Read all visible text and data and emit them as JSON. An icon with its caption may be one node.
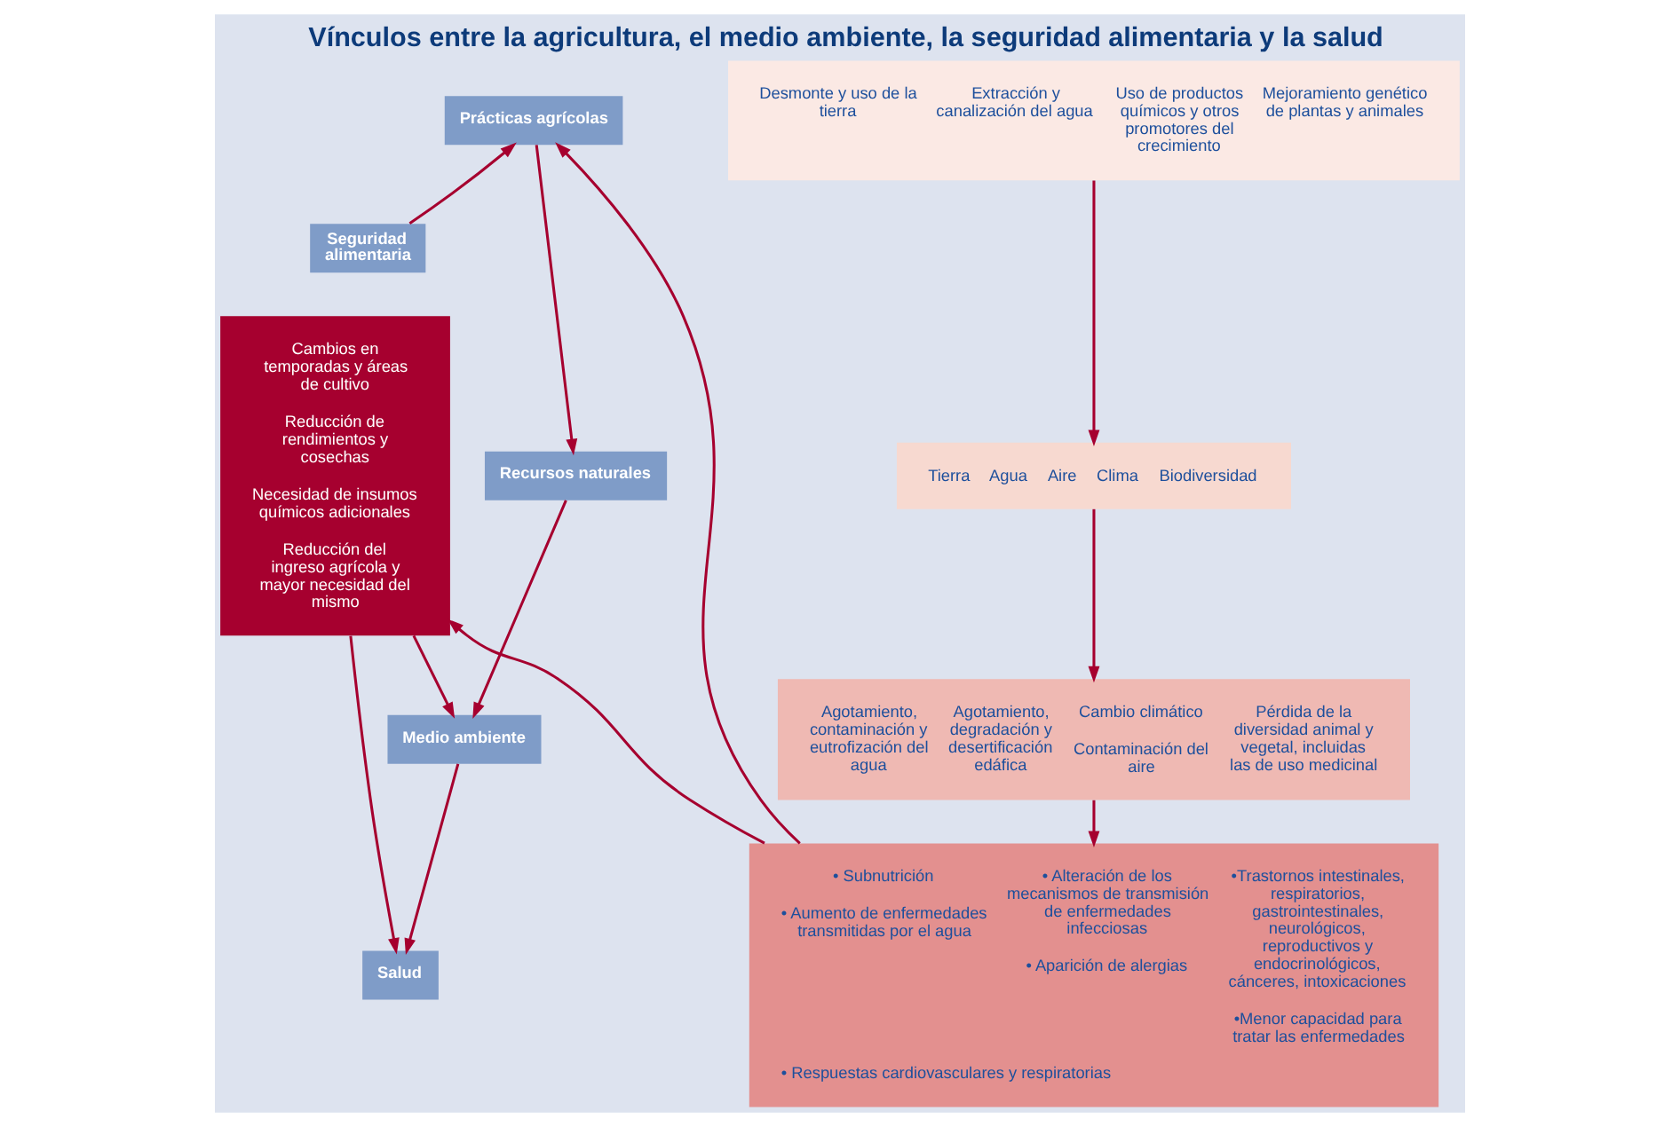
{
  "diagram": {
    "title": "Vínculos entre la agricultura, el medio ambiente, la seguridad alimentaria y la salud",
    "nodes": [
      {
        "text": [
          "Prácticas agrícolas"
        ]
      },
      {
        "text": [
          "Desmonte y uso de la tierra",
          "Extracción y canalización del agua",
          "Uso de productos químicos y otros promotores del crecimiento",
          "Mejoramiento genético de plantas y animales"
        ]
      },
      {
        "text": [
          "Seguridad alimentaria"
        ]
      },
      {
        "text": [
          "Recursos naturales"
        ]
      },
      {
        "text": [
          "Tierra",
          "Agua",
          "Aire",
          "Clima",
          "Biodiversidad"
        ]
      },
      {
        "text": [
          "Cambios en temporadas y áreas de cultivo",
          "Reducción de rendimientos y cosechas",
          "Necesidad de insumos químicos adicionales",
          "Reducción del ingreso agrícola y mayor necesidad del mismo"
        ]
      },
      {
        "text": [
          "Medio ambiente"
        ]
      },
      {
        "text": [
          "Agotamiento, contaminación y eutrofización del agua",
          "Agotamiento, degradación y desertificación edáfica",
          "Cambio climático",
          "Contaminación del aire",
          "Pérdida de la diversidad animal y vegetal, incluidas las de uso medicinal"
        ]
      },
      {
        "text": [
          "Salud"
        ]
      },
      {
        "text": [
          "• Subnutrición",
          "• Aumento de enfermedades transmitidas por el agua",
          "• Alteración de los mecanismos de transmisión de enfermedades infecciosas",
          "• Aparición de alergias",
          "•Trastornos intestinales, respiratorios, gastrointestinales, neurológicos, reproductivos y endocrinológicos, cánceres, intoxicaciones",
          "•Menor capacidad para tratar las enfermedades",
          "• Respuestas cardiovasculares y respiratorias"
        ]
      }
    ],
    "edges": [
      {
        "from": 0,
        "to": 3,
        "arrow": "to"
      },
      {
        "from": 3,
        "to": 6,
        "arrow": "to"
      },
      {
        "from": 6,
        "to": 8,
        "arrow": "to"
      },
      {
        "from": 1,
        "to": 4,
        "arrow": "to"
      },
      {
        "from": 4,
        "to": 7,
        "arrow": "to"
      },
      {
        "from": 7,
        "to": 9,
        "arrow": "to"
      },
      {
        "from": 2,
        "to": 0,
        "arrow": "to"
      },
      {
        "from": 5,
        "to": 6,
        "arrow": "to"
      },
      {
        "from": 5,
        "to": 8,
        "arrow": "to"
      },
      {
        "from": 9,
        "to": 5,
        "arrow": "to"
      },
      {
        "from": 9,
        "to": 0,
        "arrow": "to"
      }
    ]
  }
}
